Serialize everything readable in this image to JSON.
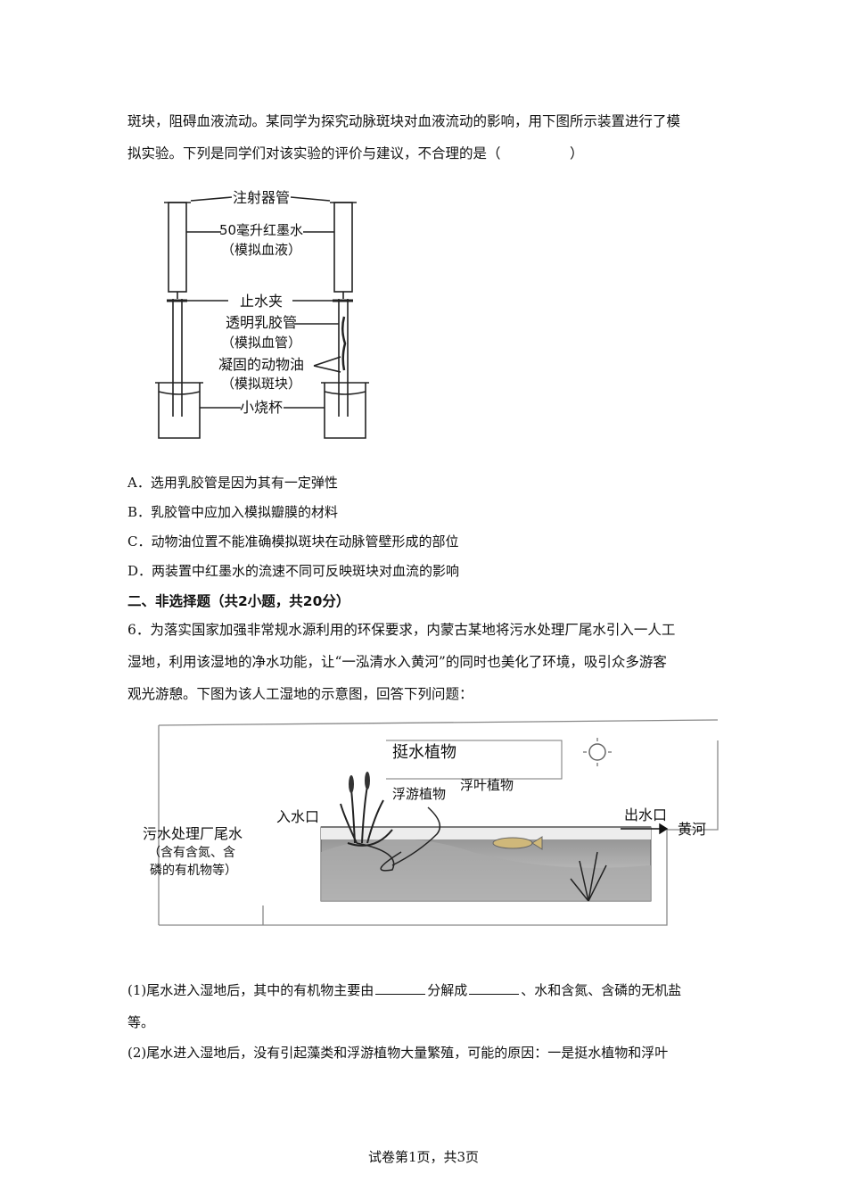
{
  "q5": {
    "line1": "斑块，阻碍血液流动。某同学为探究动脉斑块对血液流动的影响，用下图所示装置进行了模",
    "line2": "拟实验。下列是同学们对该实验的评价与建议，不合理的是（　　　　　）",
    "figure_labels": {
      "syringe": "注射器管",
      "ink_1": "50毫升红墨水",
      "ink_2": "（模拟血液）",
      "clamp": "止水夹",
      "tube_1": "透明乳胶管",
      "tube_2": "（模拟血管）",
      "oil_1": "凝固的动物油",
      "oil_2": "（模拟斑块）",
      "beaker": "小烧杯"
    },
    "options": [
      "A．选用乳胶管是因为其有一定弹性",
      "B．乳胶管中应加入模拟瓣膜的材料",
      "C．动物油位置不能准确模拟斑块在动脉管壁形成的部位",
      "D．两装置中红墨水的流速不同可反映斑块对血流的影响"
    ]
  },
  "section2": "二、非选择题（共2小题，共20分）",
  "q6": {
    "line1": "6．为落实国家加强非常规水源利用的环保要求，内蒙古某地将污水处理厂尾水引入一人工",
    "line2": "湿地，利用该湿地的净水功能，让“一泓清水入黄河”的同时也美化了环境，吸引众多游客",
    "line3": "观光游憩。下图为该人工湿地的示意图，回答下列问题：",
    "figure_labels": {
      "emergent": "挺水植物",
      "floating": "浮游植物",
      "floating_leaf": "浮叶植物",
      "inlet": "入水口",
      "outlet": "出水口",
      "river": "黄河",
      "source_1": "污水处理厂尾水",
      "source_2": "（含有含氮、含",
      "source_3": "磷的有机物等）"
    },
    "sub1_a": "(1)尾水进入湿地后，其中的有机物主要由",
    "sub1_b": "分解成",
    "sub1_c": "、水和含氮、含磷的无机盐",
    "sub1_d": "等。",
    "sub2": "(2)尾水进入湿地后，没有引起藻类和浮游植物大量繁殖，可能的原因：一是挺水植物和浮叶"
  },
  "footer": "试卷第1页，共3页"
}
